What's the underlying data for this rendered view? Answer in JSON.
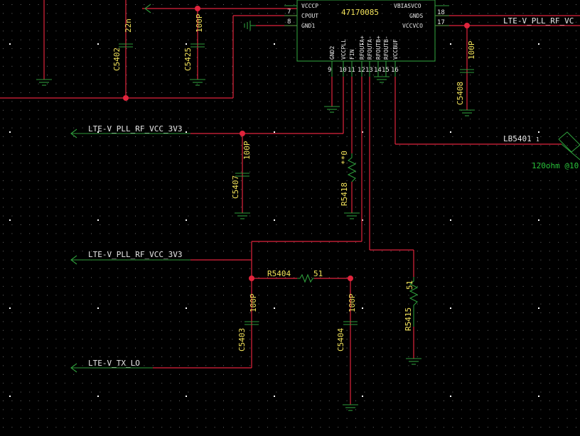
{
  "schematic": {
    "chip_part": "47170085",
    "chip_pins_left": [
      {
        "num": "7",
        "name": "CPOUT"
      },
      {
        "num": "8",
        "name": "GND1"
      }
    ],
    "chip_pin_top_left_cut": "VCCCP",
    "chip_pin_top_right_cut": "VBIASVCO",
    "chip_pins_right": [
      {
        "num": "18",
        "name": "GNDS"
      },
      {
        "num": "17",
        "name": "VCCVCO"
      }
    ],
    "chip_pins_bottom": [
      {
        "num": "9",
        "name": "GND2"
      },
      {
        "num": "10",
        "name": "VCCPLL"
      },
      {
        "num": "11",
        "name": "FIN"
      },
      {
        "num": "12",
        "name": "RFOUTA+"
      },
      {
        "num": "13",
        "name": "RFOUTA-"
      },
      {
        "num": "14",
        "name": "RFOUTB+"
      },
      {
        "num": "15",
        "name": "RFOUTB-"
      },
      {
        "num": "16",
        "name": "VCCBUF"
      }
    ],
    "nets": {
      "net1": "LTE-V_PLL_RF_VCC_3V3",
      "net2": "LTE-V_PLL_RF_VCC_3V3",
      "net3": "LTE-V_TX_LO",
      "net_right": "LTE-V_PLL_RF_VC"
    },
    "components": {
      "c5402": {
        "ref": "C5402",
        "value": "22n"
      },
      "c5425": {
        "ref": "C5425",
        "value": "100P"
      },
      "c5408": {
        "ref": "C5408",
        "value": "100P"
      },
      "c5407": {
        "ref": "C5407",
        "value": "100P"
      },
      "r5418": {
        "ref": "R5418",
        "value": "**0"
      },
      "r5404": {
        "ref": "R5404",
        "value": "51"
      },
      "c5403": {
        "ref": "C5403",
        "value": "100P"
      },
      "c5404": {
        "ref": "C5404",
        "value": "100P"
      },
      "r5415": {
        "ref": "R5415",
        "value": "51"
      },
      "lb5401": {
        "ref": "LB5401",
        "pin": "1",
        "value": "120ohm @10"
      }
    }
  },
  "colors": {
    "background": "#000000",
    "wire": "#e0243c",
    "component": "#2e9a3a",
    "reference_text": "#f3e35a",
    "label_text": "#e8e8e8",
    "value_text_green": "#29c23a"
  }
}
